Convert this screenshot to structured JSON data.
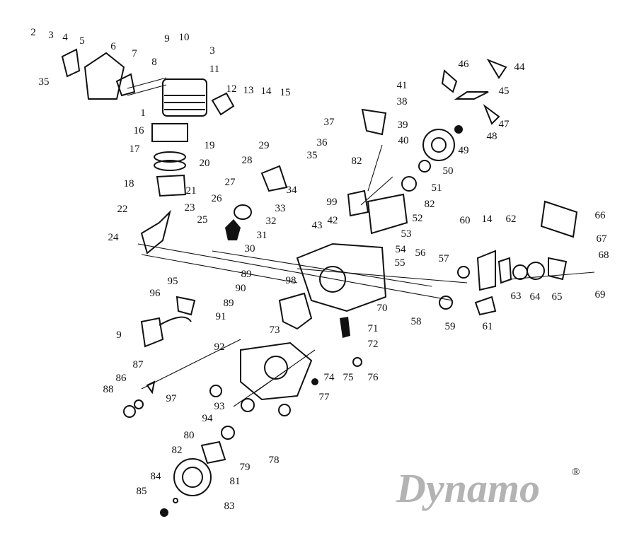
{
  "diagram": {
    "title": "Chainsaw engine exploded parts diagram",
    "watermark": "Dynamo",
    "watermark_mark": "®",
    "part_labels": [
      "2",
      "3",
      "4",
      "5",
      "6",
      "7",
      "8",
      "9",
      "10",
      "3",
      "11",
      "12",
      "13",
      "14",
      "15",
      "35",
      "1",
      "16",
      "17",
      "19",
      "20",
      "18",
      "21",
      "23",
      "22",
      "24",
      "25",
      "26",
      "27",
      "28",
      "29",
      "34",
      "33",
      "32",
      "31",
      "30",
      "37",
      "36",
      "35",
      "41",
      "38",
      "39",
      "40",
      "82",
      "99",
      "82",
      "52",
      "53",
      "54",
      "55",
      "43",
      "42",
      "56",
      "57",
      "44",
      "46",
      "45",
      "47",
      "48",
      "49",
      "50",
      "51",
      "60",
      "14",
      "62",
      "66",
      "67",
      "68",
      "63",
      "64",
      "65",
      "69",
      "59",
      "61",
      "58",
      "70",
      "71",
      "72",
      "73",
      "89",
      "90",
      "89",
      "91",
      "98",
      "95",
      "96",
      "9",
      "92",
      "74",
      "75",
      "76",
      "77",
      "87",
      "86",
      "88",
      "97",
      "93",
      "94",
      "80",
      "82",
      "79",
      "78",
      "81",
      "83",
      "84",
      "85"
    ]
  }
}
